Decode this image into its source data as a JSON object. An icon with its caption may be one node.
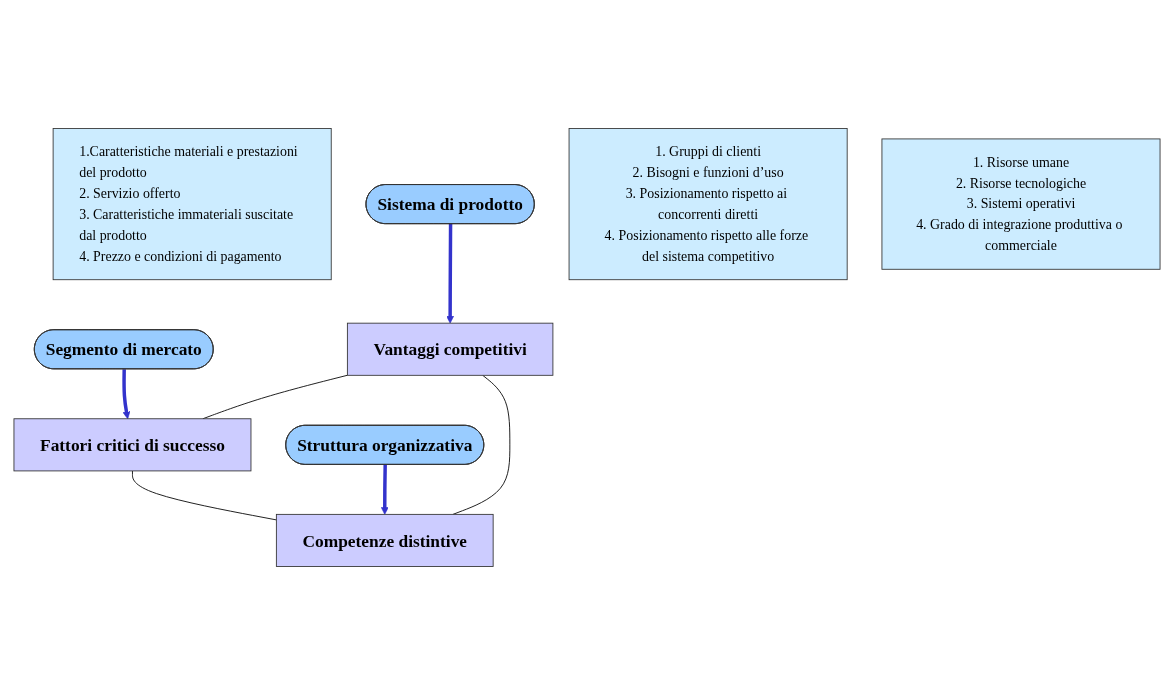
{
  "diagram": {
    "nodes": [
      {
        "text": [
          "1.Caratteristiche materiali e prestazioni del prodotto",
          "2. Servizio offerto",
          "3. Caratteristiche immateriali suscitate dal prodotto",
          "4. Prezzo e condizioni di pagamento"
        ]
      },
      {
        "text": [
          "Sistema di prodotto"
        ]
      },
      {
        "text": [
          "Segmento di mercato"
        ]
      },
      {
        "text": [
          "1. Gruppi di clienti",
          "2. Bisogni e funzioni d’uso",
          "3. Posizionamento rispetto ai concorrenti diretti",
          "4. Posizionamento rispetto alle forze del sistema competitivo"
        ]
      },
      {
        "text": [
          "Vantaggi competitivi"
        ]
      },
      {
        "text": [
          "Fattori critici di successo"
        ]
      },
      {
        "text": [
          "Competenze distintive"
        ]
      },
      {
        "text": [
          "Struttura organizzativa"
        ]
      },
      {
        "text": [
          "1. Risorse umane",
          "2. Risorse tecnologiche",
          "3. Sistemi operativi",
          "4. Grado di integrazione produttiva o commerciale"
        ]
      }
    ],
    "edges": [
      {
        "from": 1,
        "to": 4,
        "arrow": "to",
        "style": "thick",
        "color": "#3333cc"
      },
      {
        "from": 2,
        "to": 5,
        "arrow": "to",
        "style": "thick",
        "color": "#3333cc"
      },
      {
        "from": 4,
        "to": 5,
        "arrow": "none",
        "color": "#000000"
      },
      {
        "from": 4,
        "to": 6,
        "arrow": "none",
        "color": "#000000"
      },
      {
        "from": 5,
        "to": 6,
        "arrow": "none",
        "color": "#000000"
      },
      {
        "from": 7,
        "to": 6,
        "arrow": "to",
        "style": "thick",
        "color": "#3333cc"
      }
    ]
  }
}
